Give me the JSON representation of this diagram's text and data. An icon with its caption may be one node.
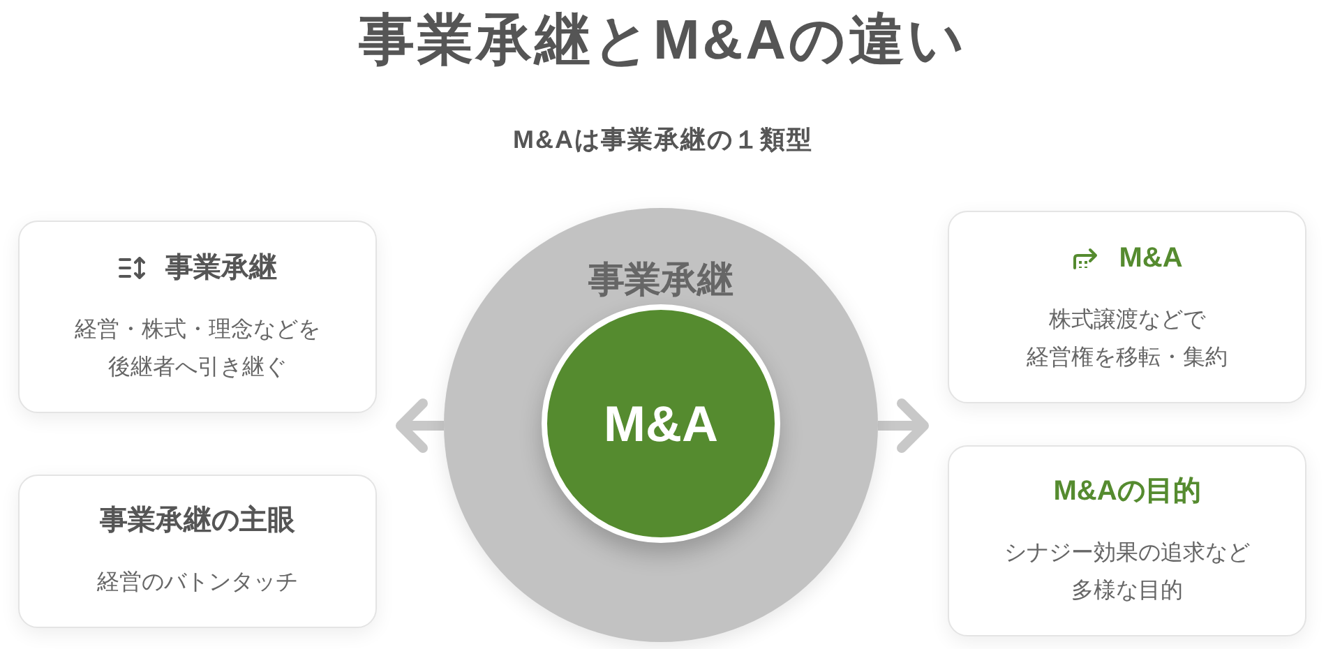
{
  "diagram": {
    "title": "事業承継とM&Aの違い",
    "nodes": [
      {
        "text": [
          "事業承継",
          "経営・株式・理念などを後継者へ引き継ぐ"
        ]
      },
      {
        "text": [
          "事業承継の主眼",
          "経営のバトンタッチ"
        ]
      },
      {
        "text": [
          "事業承継"
        ]
      },
      {
        "text": [
          "M&A"
        ],
        "in": 2
      },
      {
        "text": [
          "M&A",
          "株式譲渡などで経営権を移転・集約"
        ]
      },
      {
        "text": [
          "M&Aの目的",
          "シナジー効果の追求など多様な目的"
        ]
      }
    ],
    "edges": [
      {
        "from": 2,
        "to": 0,
        "arrow": "to"
      },
      {
        "from": 2,
        "to": 5,
        "arrow": "to"
      }
    ],
    "labels": [
      "M&Aは事業承継の１類型"
    ]
  }
}
